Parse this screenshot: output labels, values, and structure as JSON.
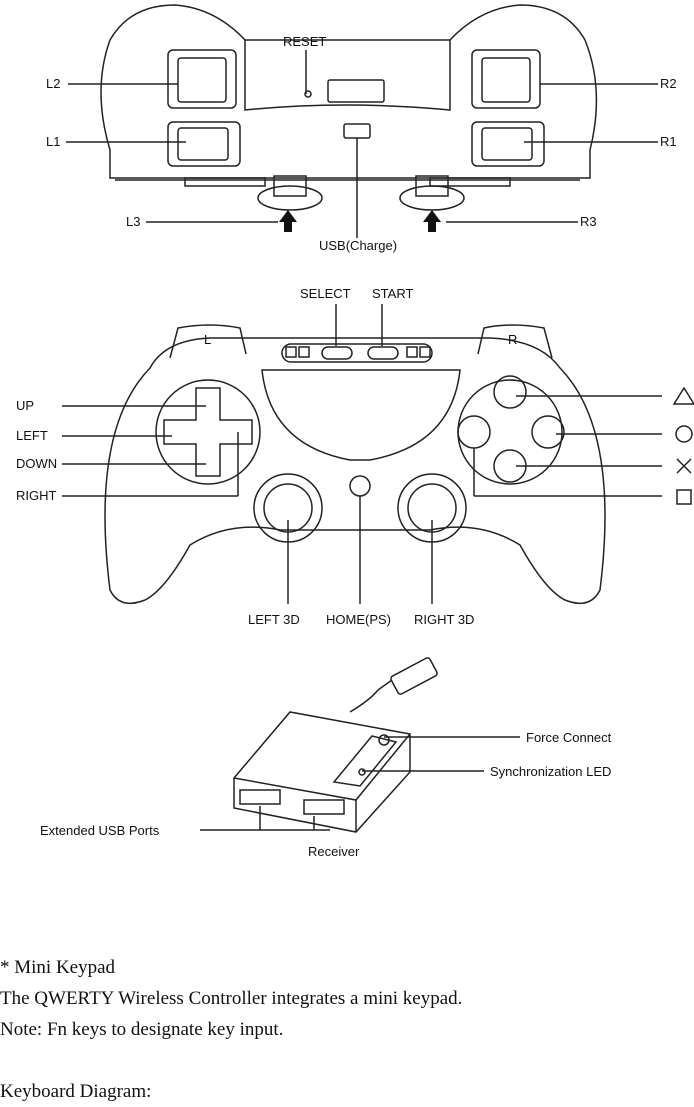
{
  "top_view": {
    "reset": "RESET",
    "l2": "L2",
    "l1": "L1",
    "r2": "R2",
    "r1": "R1",
    "l3": "L3",
    "r3": "R3",
    "usb": "USB(Charge)"
  },
  "front_view": {
    "select": "SELECT",
    "start": "START",
    "up": "UP",
    "left": "LEFT",
    "down": "DOWN",
    "right": "RIGHT",
    "left3d": "LEFT 3D",
    "home": "HOME(PS)",
    "right3d": "RIGHT 3D",
    "shoulder_l": "L",
    "shoulder_r": "R"
  },
  "receiver_view": {
    "force_connect": "Force Connect",
    "sync_led": "Synchronization LED",
    "usb_ports": "Extended USB Ports",
    "receiver": "Receiver"
  },
  "text": {
    "heading": "* Mini Keypad",
    "line1": "The QWERTY Wireless Controller integrates a mini keypad.",
    "line2": "Note: Fn keys to designate key input.",
    "line3": "Keyboard Diagram:"
  }
}
